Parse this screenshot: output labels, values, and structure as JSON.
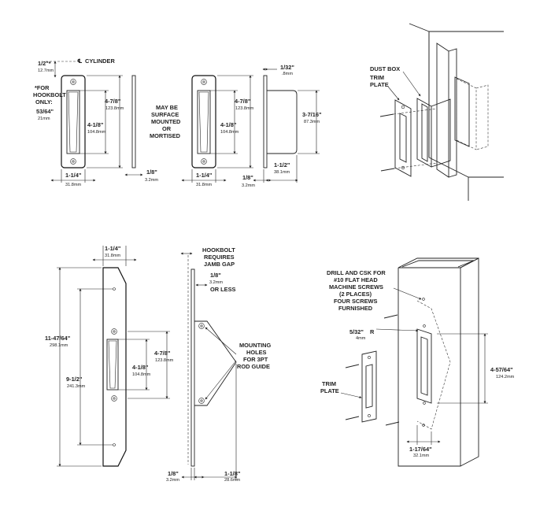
{
  "view1": {
    "half_in": "1/2\"*",
    "half_mm": "12.7mm",
    "cylinder": "CYLINDER",
    "cl_symbol": "℄",
    "note_line1": "*FOR",
    "note_line2": "HOOKBOLT",
    "note_line3": "ONLY:",
    "note_in": "53/64\"",
    "note_mm": "21mm",
    "h_in": "4-7/8\"",
    "h_mm": "123.8mm",
    "slot_in": "4-1/8\"",
    "slot_mm": "104.8mm",
    "w_in": "1-1/4\"",
    "w_mm": "31.8mm",
    "t_in": "1/8\"",
    "t_mm": "3.2mm"
  },
  "view2": {
    "note1": "MAY BE",
    "note2": "SURFACE",
    "note3": "MOUNTED",
    "note4": "OR",
    "note5": "MORTISED",
    "h_in": "4-7/8\"",
    "h_mm": "123.8mm",
    "slot_in": "4-1/8\"",
    "slot_mm": "104.8mm",
    "w_in": "1-1/4\"",
    "w_mm": "31.8mm",
    "t_in": "1/8\"",
    "t_mm": "3.2mm",
    "gap_in": "1/32\"",
    "gap_mm": ".8mm",
    "box_h_in": "3-7/16\"",
    "box_h_mm": "87.3mm",
    "box_d_in": "1-1/2\"",
    "box_d_mm": "38.1mm"
  },
  "view3": {
    "dust_box": "DUST BOX",
    "trim1": "TRIM",
    "trim2": "PLATE"
  },
  "view4": {
    "w_in": "1-1/4\"",
    "w_mm": "31.8mm",
    "total_in": "11-47/64\"",
    "total_mm": "298.1mm",
    "holes_in": "9-1/2\"",
    "holes_mm": "241.3mm",
    "h_in": "4-7/8\"",
    "h_mm": "123.8mm",
    "slot_in": "4-1/8\"",
    "slot_mm": "104.8mm"
  },
  "view5": {
    "hook1": "HOOKBOLT",
    "hook2": "REQUIRES",
    "hook3": "JAMB GAP",
    "gap_in": "1/8\"",
    "gap_mm": "3.2mm",
    "gap_note": "OR LESS",
    "mount1": "MOUNTING",
    "mount2": "HOLES",
    "mount3": "FOR 3PT",
    "mount4": "ROD GUIDE",
    "t_in": "1/8\"",
    "t_mm": "3.2mm",
    "d_in": "1-1/8\"",
    "d_mm": "28.6mm"
  },
  "view6": {
    "drill1": "DRILL AND CSK FOR",
    "drill2": "#10 FLAT HEAD",
    "drill3": "MACHINE SCREWS",
    "drill4": "(2 PLACES)",
    "drill5": "FOUR SCREWS",
    "drill6": "FURNISHED",
    "r_in": "5/32\"",
    "r_letter": "R",
    "r_mm": "4mm",
    "trim1": "TRIM",
    "trim2": "PLATE",
    "h_in": "4-57/64\"",
    "h_mm": "124.2mm",
    "w_in": "1-17/64\"",
    "w_mm": "32.1mm"
  }
}
